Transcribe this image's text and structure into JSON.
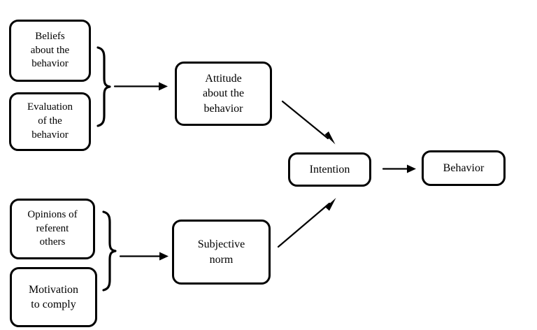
{
  "diagram": {
    "type": "flow-diagram",
    "background_color": "#ffffff",
    "line_color": "#000000",
    "nodes": {
      "beliefs": "Beliefs\nabout the\nbehavior",
      "evaluation": "Evaluation\nof the\nbehavior",
      "attitude": "Attitude\nabout the\nbehavior",
      "intention": "Intention",
      "behavior": "Behavior",
      "opinions": "Opinions of\nreferent\nothers",
      "motivation": "Motivation\nto comply",
      "subjective_norm": "Subjective\nnorm"
    },
    "connectors": [
      {
        "name": "brace-upper",
        "kind": "curly-brace",
        "groups": [
          "beliefs",
          "evaluation"
        ]
      },
      {
        "name": "arrow-upper-group-to-attitude",
        "kind": "arrow",
        "from": "brace-upper",
        "to": "attitude"
      },
      {
        "name": "arrow-attitude-to-intention",
        "kind": "arrow",
        "from": "attitude",
        "to": "intention"
      },
      {
        "name": "arrow-intention-to-behavior",
        "kind": "arrow",
        "from": "intention",
        "to": "behavior"
      },
      {
        "name": "brace-lower",
        "kind": "curly-brace",
        "groups": [
          "opinions",
          "motivation"
        ]
      },
      {
        "name": "arrow-lower-group-to-subjective-norm",
        "kind": "arrow",
        "from": "brace-lower",
        "to": "subjective_norm"
      },
      {
        "name": "arrow-subjective-norm-to-intention",
        "kind": "arrow",
        "from": "subjective_norm",
        "to": "intention"
      }
    ]
  }
}
